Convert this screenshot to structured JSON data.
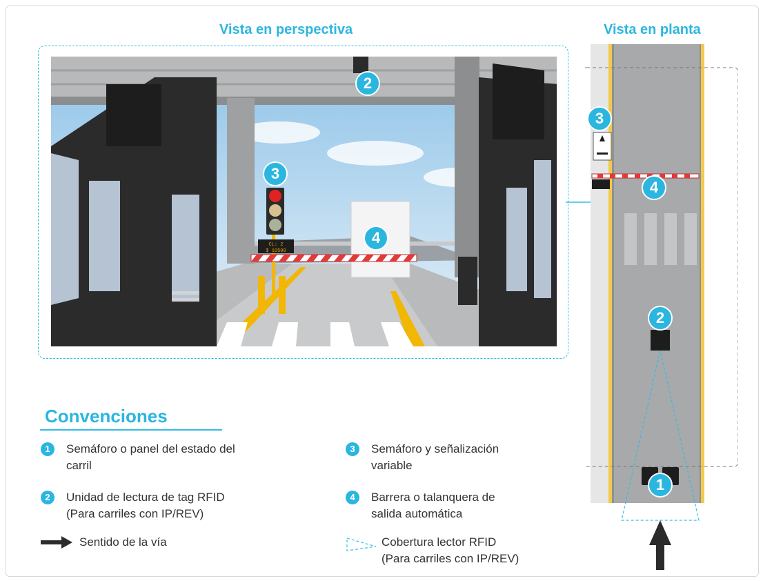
{
  "titles": {
    "perspective": "Vista en perspectiva",
    "plan": "Vista en planta"
  },
  "badges": {
    "one": "1",
    "two": "2",
    "three": "3",
    "four": "4"
  },
  "display_sign": {
    "line1": "CL: 2",
    "line2": "$ 10500"
  },
  "conventions": {
    "title": "Convenciones",
    "items": [
      {
        "number": "1",
        "text": "Semáforo o panel del estado del\ncarril"
      },
      {
        "number": "2",
        "text": "Unidad de lectura de tag RFID\n(Para carriles con IP/REV)"
      },
      {
        "number": "",
        "text": "Sentido de la vía",
        "icon": "arrow-right-icon"
      },
      {
        "number": "3",
        "text": "Semáforo y señalización\nvariable"
      },
      {
        "number": "4",
        "text": "Barrera o talanquera de\nsalida automática"
      },
      {
        "number": "",
        "text": "Cobertura lector RFID\n(Para carriles con IP/REV)",
        "icon": "coverage-triangle-icon"
      }
    ]
  },
  "colors": {
    "accent": "#2bb6e0",
    "booth": "#2b2b2b",
    "lane_line": "#f2c94c",
    "barrier_red": "#e03a3a"
  }
}
